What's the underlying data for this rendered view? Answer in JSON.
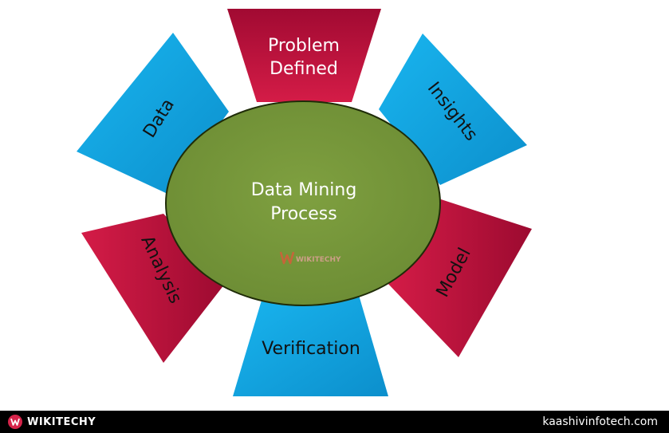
{
  "diagram": {
    "center": {
      "line1": "Data Mining",
      "line2": "Process"
    },
    "petals": {
      "problem": {
        "line1": "Problem",
        "line2": "Defined"
      },
      "insights": "Insights",
      "model": "Model",
      "verification": "Verification",
      "analysis": "Analysis",
      "data": "Data"
    },
    "watermark": "WIKITECHY"
  },
  "footer": {
    "brand": "WIKITECHY",
    "website": "kaashivinfotech.com"
  },
  "colors": {
    "red": "#b80f3a",
    "blue": "#12a3df",
    "center": "#7a9a3d",
    "footer": "#000000"
  }
}
